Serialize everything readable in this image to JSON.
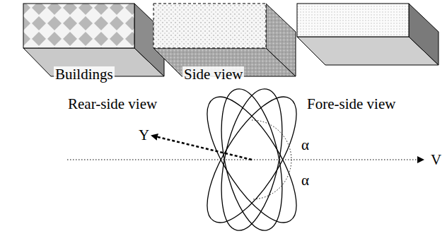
{
  "diagram": {
    "labels": [
      "Buildings",
      "Side view",
      "Rear-side view",
      "Fore-side view",
      "Y",
      "α",
      "α",
      "V"
    ]
  }
}
